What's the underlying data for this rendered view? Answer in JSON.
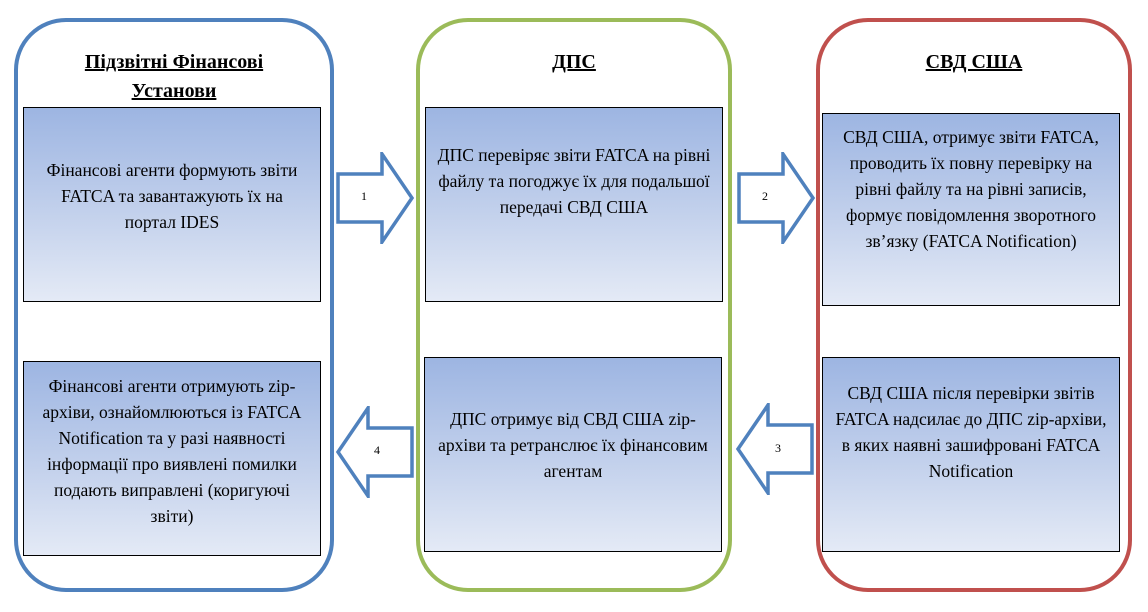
{
  "lanes": [
    {
      "id": "fi",
      "title": "Підзвітні  Фінансові Установи",
      "border_color": "#4f81bd",
      "boxes": [
        {
          "text": "Фінансові агенти формують звіти FATCA та завантажують їх на портал IDES"
        },
        {
          "text": "Фінансові агенти отримують zip-архіви, ознайомлюються із FATCA Notification та у разі наявності інформації про виявлені помилки подають виправлені (коригуючі звіти)"
        }
      ]
    },
    {
      "id": "dps",
      "title": "ДПС",
      "border_color": "#9bbb59",
      "boxes": [
        {
          "text": "ДПС перевіряє звіти FATCA на рівні файлу та погоджує їх для подальшої передачі СВД США"
        },
        {
          "text": "ДПС отримує від СВД США zip-архіви та ретранслює їх фінансовим агентам"
        }
      ]
    },
    {
      "id": "irs",
      "title": "СВД США",
      "border_color": "#c0504d",
      "boxes": [
        {
          "text": "СВД США, отримує звіти FATCA, проводить їх повну перевірку на рівні файлу та на рівні записів, формує повідомлення зворотного зв’язку (FATCA Notification)"
        },
        {
          "text": "СВД США після перевірки звітів FATCA надсилає до ДПС zip-архіви, в яких наявні зашифровані FATCA Notification"
        }
      ]
    }
  ],
  "arrows": [
    {
      "label": "1",
      "direction": "right",
      "from": "fi",
      "to": "dps"
    },
    {
      "label": "2",
      "direction": "right",
      "from": "dps",
      "to": "irs"
    },
    {
      "label": "3",
      "direction": "left",
      "from": "irs",
      "to": "dps"
    },
    {
      "label": "4",
      "direction": "left",
      "from": "dps",
      "to": "fi"
    }
  ],
  "colors": {
    "arrow_stroke": "#4f81bd",
    "box_gradient_top": "#9db5e2",
    "box_gradient_bottom": "#e4eaf6"
  }
}
